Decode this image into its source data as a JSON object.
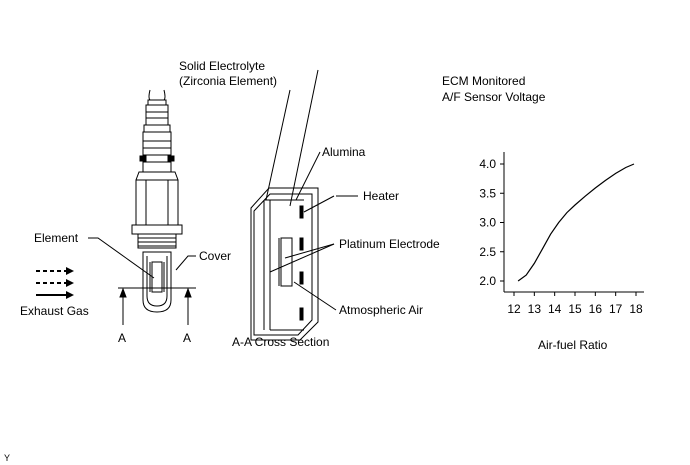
{
  "labels": {
    "solid_electrolyte_1": "Solid Electrolyte",
    "solid_electrolyte_2": "(Zirconia Element)",
    "alumina": "Alumina",
    "heater": "Heater",
    "platinum_electrode": "Platinum Electrode",
    "atmospheric_air": "Atmospheric Air",
    "cross_section": "A-A Cross Section",
    "element": "Element",
    "cover": "Cover",
    "exhaust_gas": "Exhaust Gas",
    "section_a_left": "A",
    "section_a_right": "A",
    "corner_mark": "Y"
  },
  "chart_data": {
    "type": "line",
    "title_line1": "ECM Monitored",
    "title_line2": "A/F Sensor Voltage",
    "xlabel": "Air-fuel Ratio",
    "ylabel": "",
    "x_ticks": [
      "12",
      "13",
      "14",
      "15",
      "16",
      "17",
      "18"
    ],
    "y_ticks": [
      "2.0",
      "2.5",
      "3.0",
      "3.5",
      "4.0"
    ],
    "xlim": [
      12,
      18
    ],
    "ylim": [
      2.0,
      4.0
    ],
    "series": [
      {
        "x": [
          12.2,
          12.6,
          13.0,
          13.4,
          13.8,
          14.2,
          14.6,
          15.0,
          15.5,
          16.0,
          16.5,
          17.0,
          17.5,
          17.9
        ],
        "values": [
          2.0,
          2.1,
          2.3,
          2.55,
          2.8,
          3.0,
          3.17,
          3.3,
          3.45,
          3.59,
          3.72,
          3.84,
          3.94,
          4.0
        ]
      }
    ],
    "grid": false
  }
}
